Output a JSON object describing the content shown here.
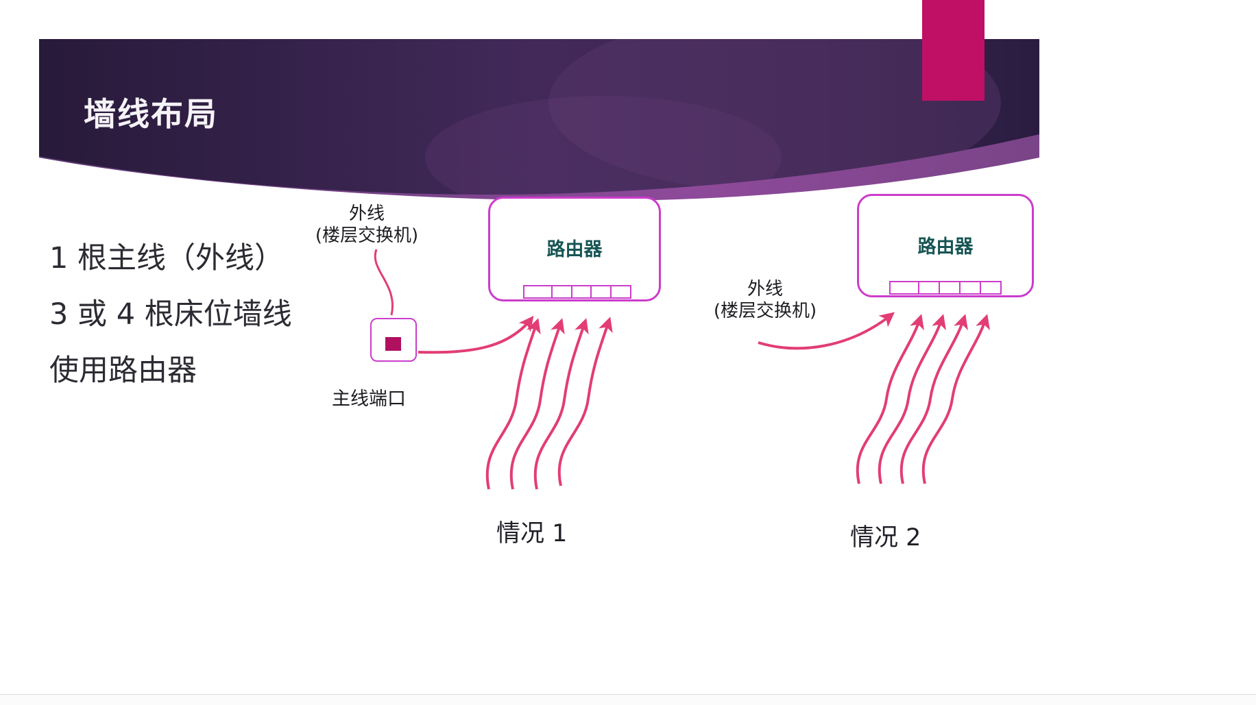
{
  "slide": {
    "title": "墙线布局",
    "body": {
      "line1": "1 根主线（外线）",
      "line2": "3 或 4 根床位墙线",
      "line3": "使用路由器"
    }
  },
  "scenario1": {
    "external_label_1": "外线",
    "external_label_2": "(楼层交换机)",
    "port_label": "主线端口",
    "router_label": "路由器",
    "caption": "情况 1"
  },
  "scenario2": {
    "external_label_1": "外线",
    "external_label_2": "(楼层交换机)",
    "router_label": "路由器",
    "caption": "情况 2"
  },
  "colors": {
    "header_dark": "#2e1f44",
    "header_light_band": "#8e4a9a",
    "accent_magenta": "#bf1065",
    "router_border": "#cb3ccb",
    "router_text": "#175454",
    "arrow_pink": "#e23d75",
    "body_text": "#2b2b33"
  }
}
